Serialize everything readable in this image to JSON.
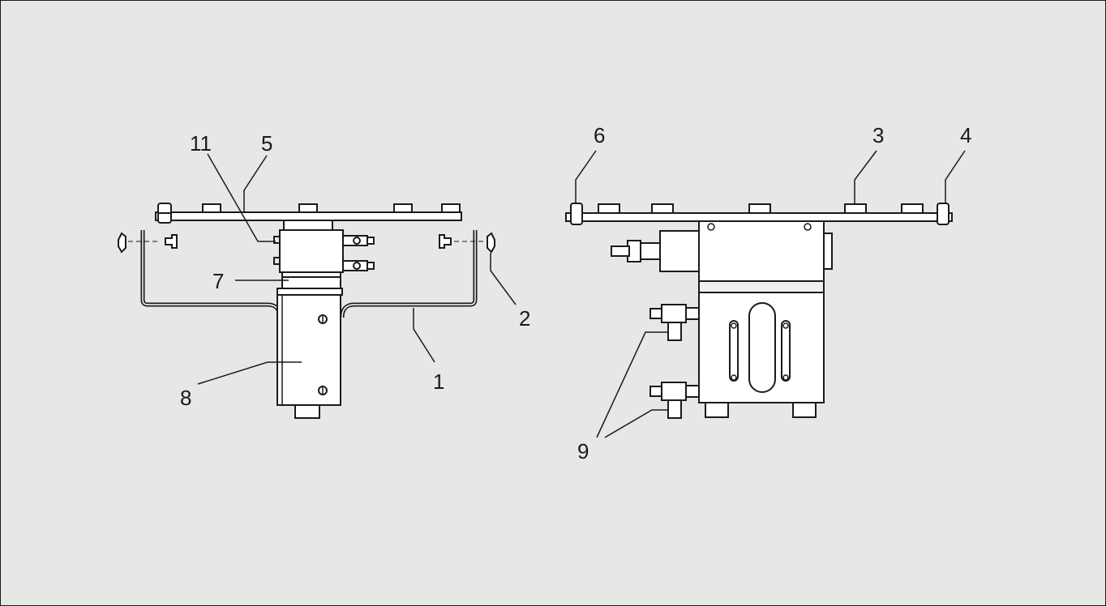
{
  "diagram": {
    "callouts": {
      "c1": "1",
      "c2": "2",
      "c3": "3",
      "c4": "4",
      "c5": "5",
      "c6": "6",
      "c7": "7",
      "c8": "8",
      "c9": "9",
      "c11": "11"
    }
  },
  "colors": {
    "background": "#e6e8e6",
    "part_fill": "#ffffff",
    "line": "#1a1a1a",
    "shade": "#c9c9c9"
  }
}
